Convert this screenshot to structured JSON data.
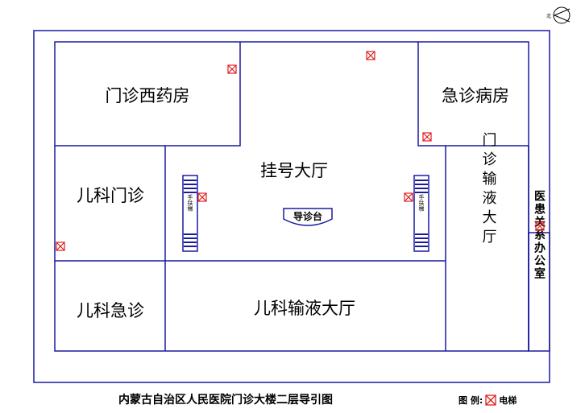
{
  "map": {
    "title": "内蒙古自治区人民医院门诊大楼二层导引图",
    "north_label": "北",
    "colors": {
      "wall": "#1a1aa0",
      "elevator": "#e02020",
      "text": "#000000"
    }
  },
  "rooms": {
    "west_pharmacy": "门诊西药房",
    "emergency_ward": "急诊病房",
    "registration_hall": "挂号大厅",
    "guide_desk": "导诊台",
    "pediatric_clinic": "儿科门诊",
    "pediatric_emergency": "儿科急诊",
    "pediatric_infusion_hall": "儿科输液大厅",
    "clinic_infusion_hall": "门诊输液大厅",
    "patient_relations_office": "医患关系办公室"
  },
  "escalator": {
    "label": "手扶梯"
  },
  "legend": {
    "label": "图 例:",
    "item": "电梯",
    "icon": "elevator-icon"
  }
}
